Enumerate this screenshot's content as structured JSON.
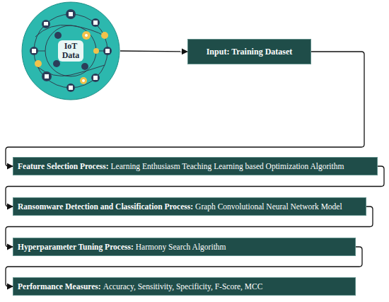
{
  "diagram": {
    "nodes": [
      {
        "text": [
          "IoT Data"
        ]
      },
      {
        "text": [
          "Input: Training Dataset"
        ]
      },
      {
        "text": [
          "Feature Selection Process:",
          "Learning Enthusiasm Teaching Learning based Optimization Algorithm"
        ]
      },
      {
        "text": [
          "Ransomware Detection and Classification Process:",
          "Graph Convolutional Neural Network Model"
        ]
      },
      {
        "text": [
          "Hyperparameter Tuning Process:",
          "Harmony Search Algorithm"
        ]
      },
      {
        "text": [
          "Performance Measures:",
          "Accuracy, Sensitivity, Specificity, F-Score, MCC"
        ]
      }
    ],
    "edges": [
      {
        "from": 0,
        "to": 1,
        "arrow": "to"
      },
      {
        "from": 1,
        "to": 2,
        "arrow": "to"
      },
      {
        "from": 2,
        "to": 3,
        "arrow": "to"
      },
      {
        "from": 3,
        "to": 4,
        "arrow": "to"
      },
      {
        "from": 4,
        "to": 5,
        "arrow": "to"
      }
    ]
  }
}
